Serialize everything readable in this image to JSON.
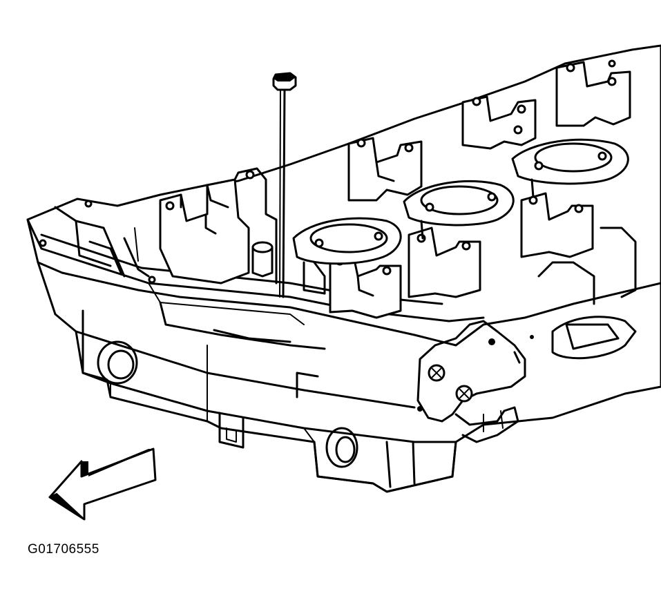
{
  "figure": {
    "id_label": "G01706555",
    "subject": "cylinder-head",
    "tool": "long-probe-rod",
    "direction_arrow": "front-left"
  }
}
